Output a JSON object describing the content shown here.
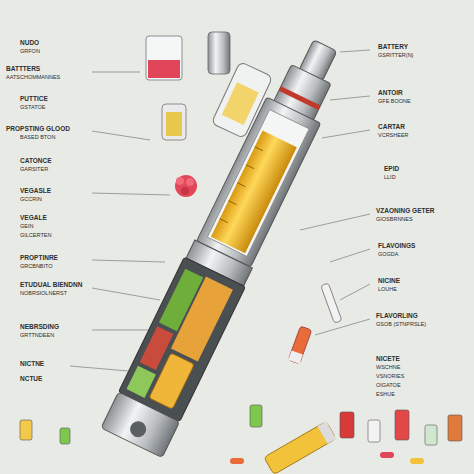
{
  "diagram": {
    "labels": [
      "NUDO",
      "GRFON",
      "BATTTERS",
      "AATSCHOMMANNES",
      "PUTTICE",
      "GSTATOE",
      "PROPSTING GLOOD",
      "BASED BTON",
      "CATONCE",
      "GARSITER",
      "VEGASLE",
      "GCCRIN",
      "VEGALE",
      "GEIN",
      "GILCERTEN",
      "PROPTINRE",
      "GRCBNBITO",
      "ETUDUAL BIENDNN",
      "NOBRSIOLNERST",
      "NEBRSDING",
      "GRTTNDEEN",
      "NICTNE",
      "NCTUE",
      "BATTERY",
      "GSRITTER(N)",
      "ANTOIR",
      "GFE BOONE",
      "CARTAR",
      "VCRSHEER",
      "EPID",
      "LLID",
      "VZAONING GETER",
      "GIOSBRNNES",
      "FLAVOINGS",
      "GOGDA",
      "NICINE",
      "LOUHE",
      "FLAVORLING",
      "GSOB (STNPRSLE)",
      "NICETE",
      "WSCHNE",
      "VSNORIES",
      "OIGATOE",
      "ESHUE"
    ]
  }
}
